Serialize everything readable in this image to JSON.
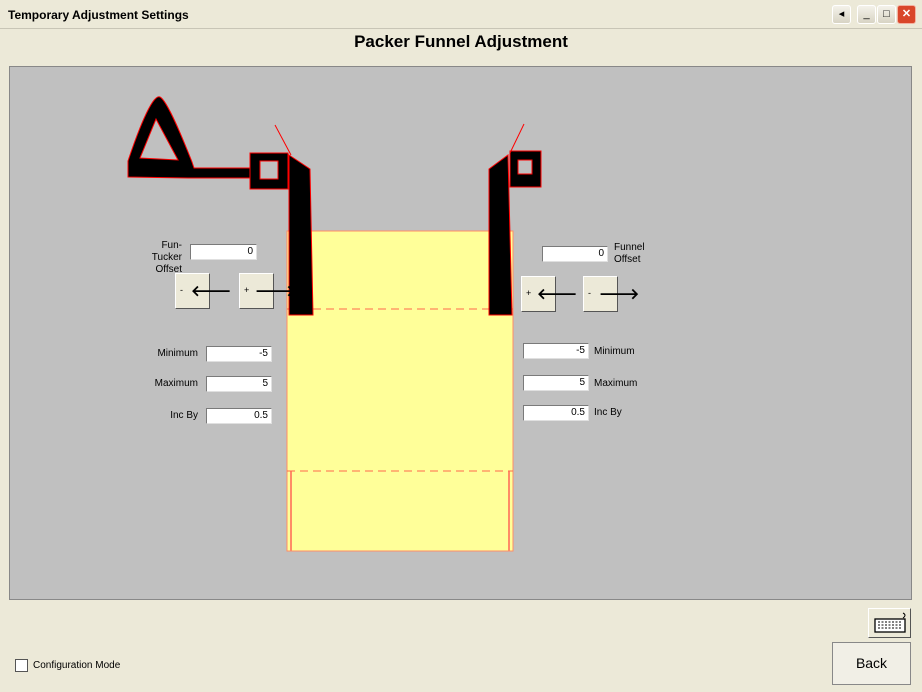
{
  "window": {
    "title": "Temporary Adjustment Settings",
    "controls": {
      "back": "◂",
      "minimize": "_",
      "maximize": "□",
      "close": "✕"
    }
  },
  "header": {
    "title": "Packer Funnel Adjustment"
  },
  "left": {
    "offset_label_line1": "Fun-Tucker",
    "offset_label_line2": "Offset",
    "offset_value": "0",
    "btn_minus_sign": "-",
    "btn_plus_sign": "+",
    "arrow_left": "🡐",
    "arrow_right": "🡒",
    "minimum_label": "Minimum",
    "minimum_value": "-5",
    "maximum_label": "Maximum",
    "maximum_value": "5",
    "incby_label": "Inc By",
    "incby_value": "0.5"
  },
  "right": {
    "offset_label_line1": "Funnel",
    "offset_label_line2": "Offset",
    "offset_value": "0",
    "btn_plus_sign": "+",
    "btn_minus_sign": "-",
    "arrow_left": "🡐",
    "arrow_right": "🡒",
    "minimum_label": "Minimum",
    "minimum_value": "-5",
    "maximum_label": "Maximum",
    "maximum_value": "5",
    "incby_label": "Inc By",
    "incby_value": "0.5"
  },
  "footer": {
    "config_mode_label": "Configuration Mode",
    "back_label": "Back",
    "keyboard_icon": "keyboard-icon"
  },
  "colors": {
    "panel_bg": "#c0c0c0",
    "bag_fill": "#ffff99",
    "bag_outline": "#ff8c66",
    "machine_parts": "#000000",
    "machine_outline": "#ff0000"
  }
}
